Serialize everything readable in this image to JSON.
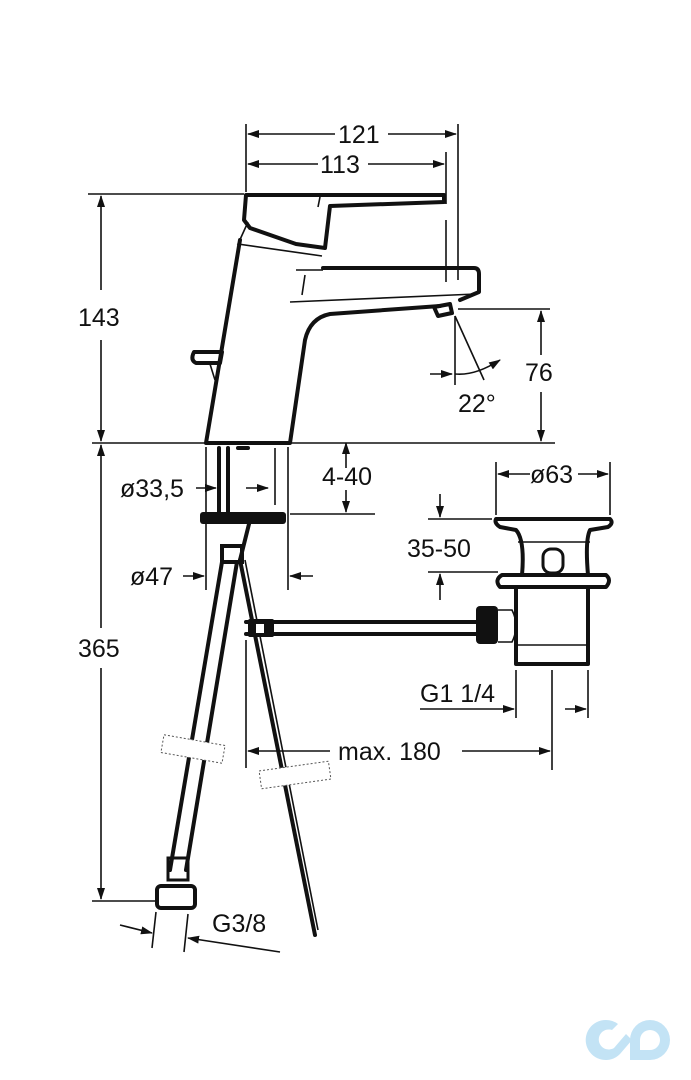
{
  "diagram": {
    "title": "Basin mixer dimensional drawing",
    "units": "mm",
    "dimensions": {
      "overall_length": "121",
      "spout_length": "113",
      "height": "143",
      "spout_height": "76",
      "spout_angle": "22°",
      "mount_diameter": "ø33,5",
      "deck_thickness": "4-40",
      "base_diameter": "ø47",
      "drain_diameter": "ø63",
      "drain_range": "35-50",
      "drain_thread": "G1 1/4",
      "pull_rod_length": "max. 180",
      "under_height": "365",
      "hose_thread": "G3/8"
    },
    "components": [
      "mixer-body",
      "lever-handle",
      "spout",
      "pop-up-rod",
      "flex-hose",
      "pop-up-waste",
      "mounting-nut"
    ]
  },
  "watermark": {
    "name": "brand-logo",
    "color": "#c3e3f5"
  }
}
